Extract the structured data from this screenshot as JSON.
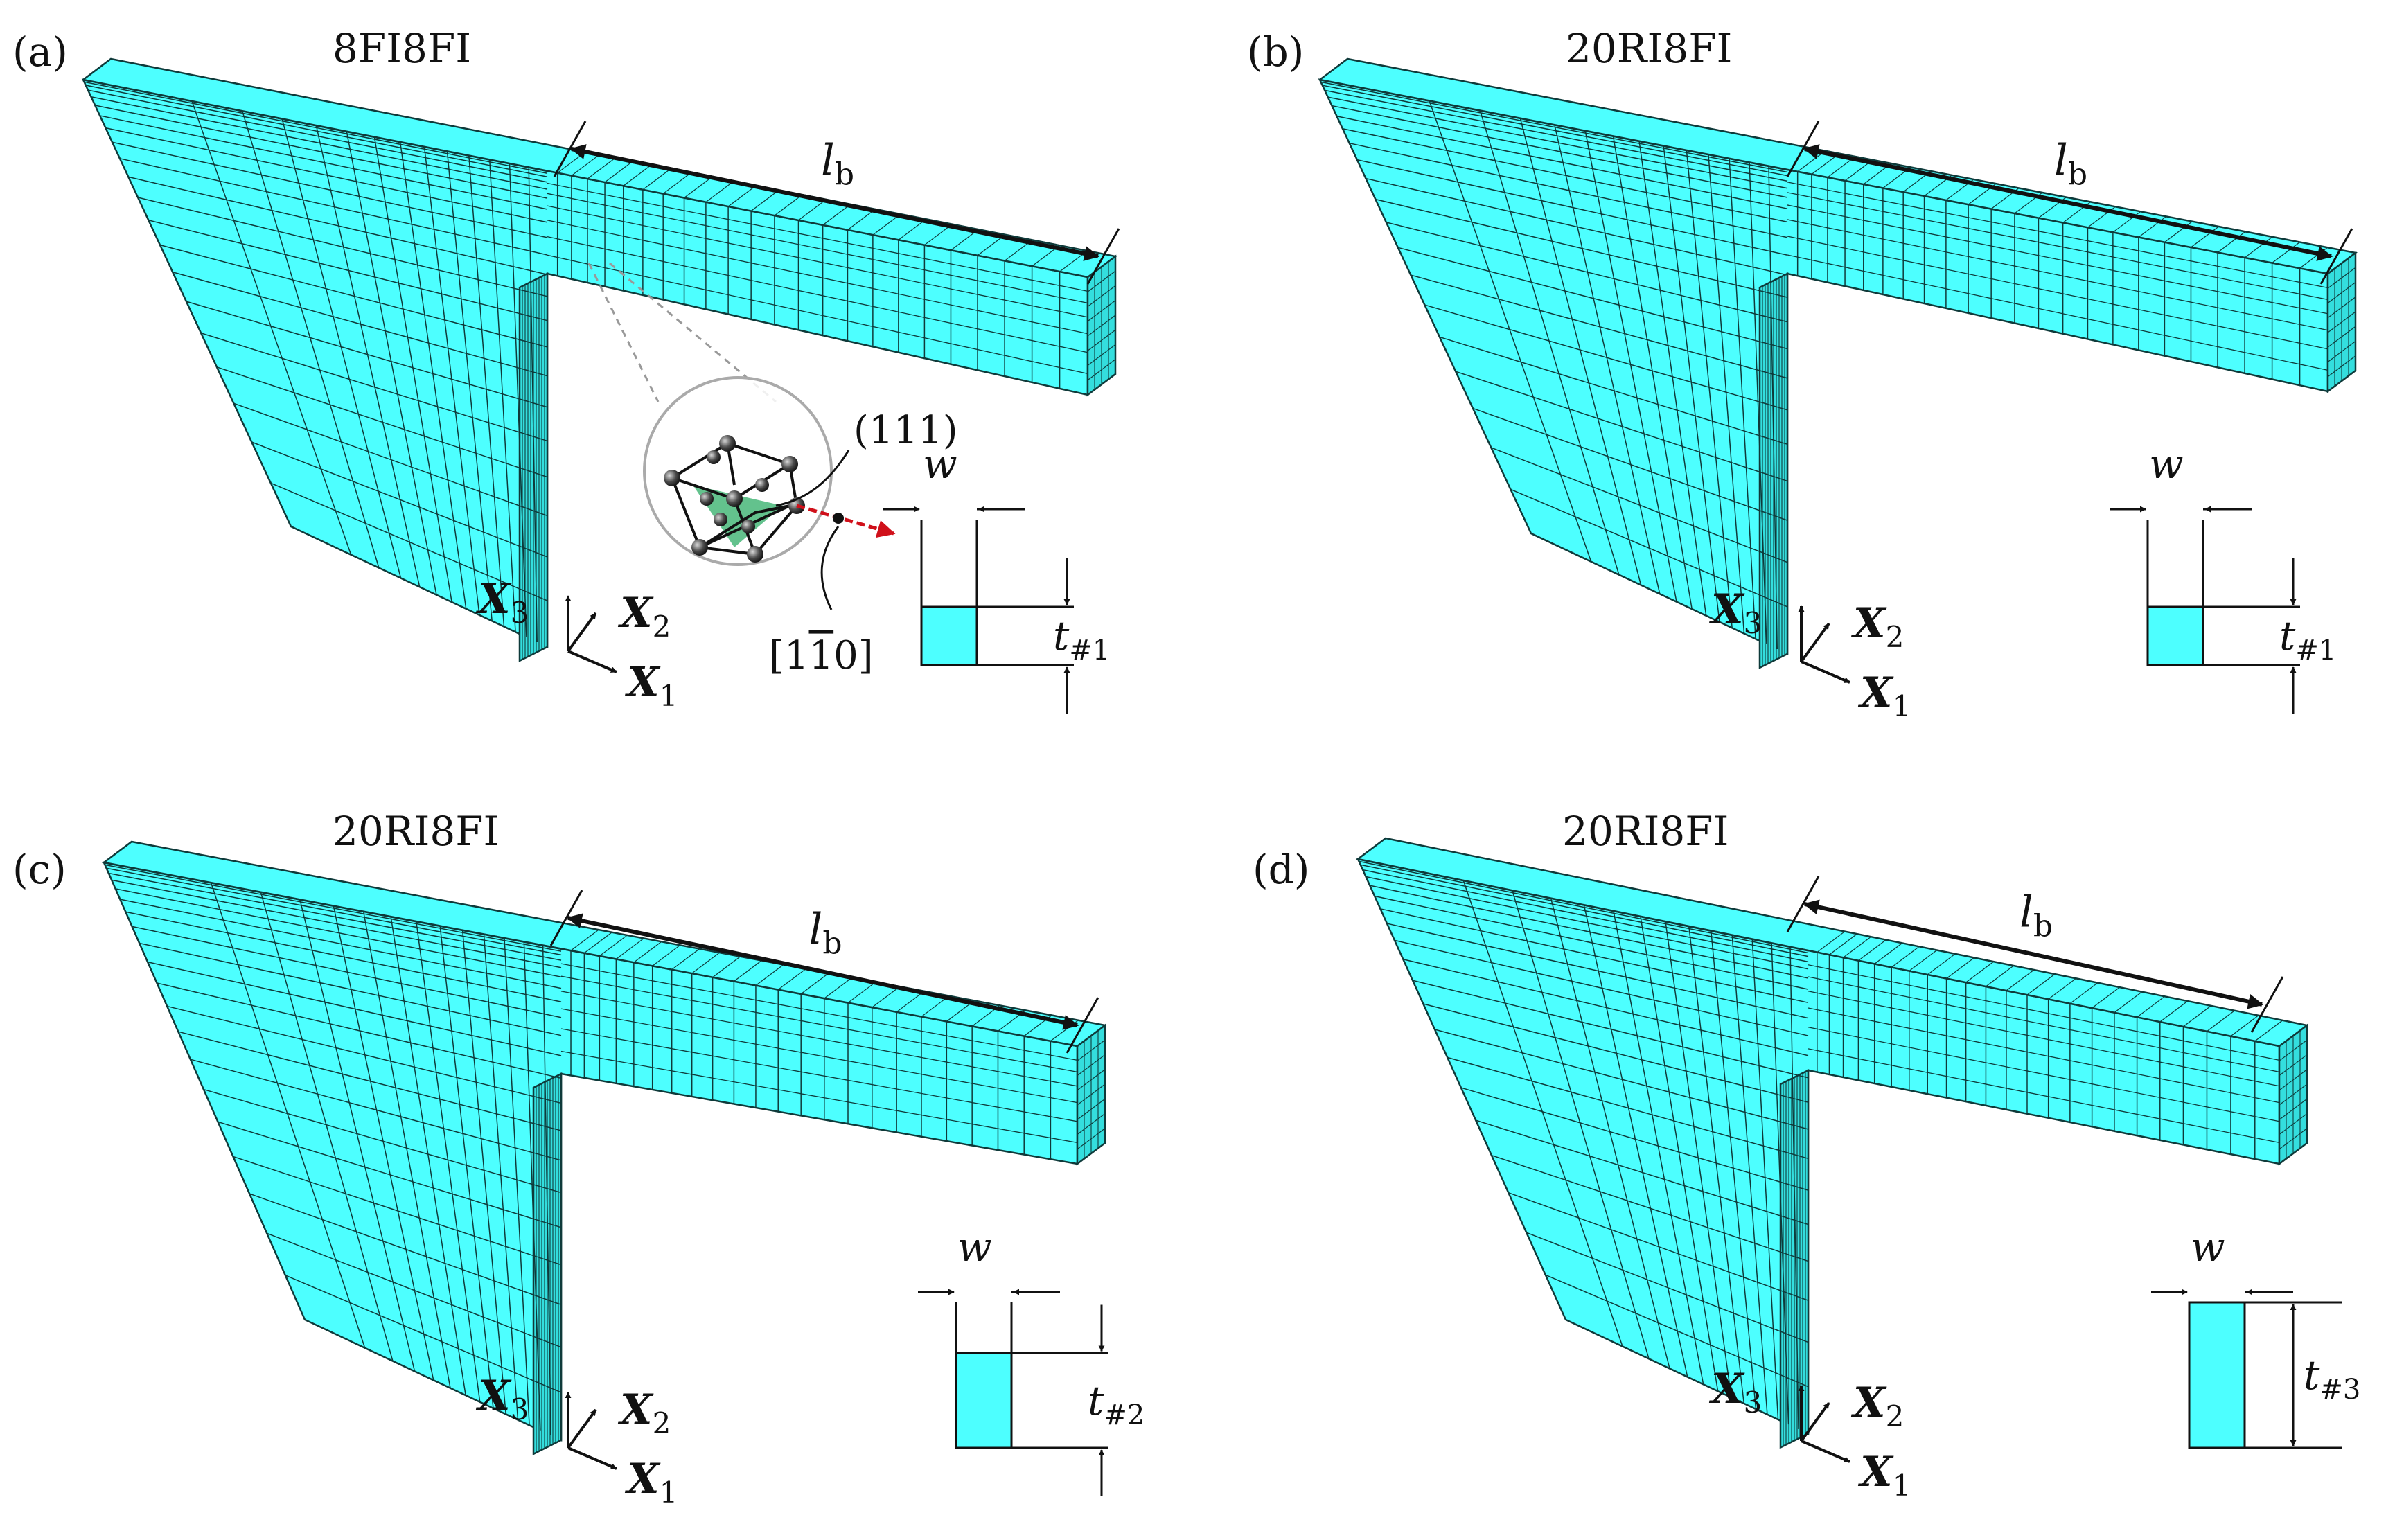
{
  "panels": [
    {
      "letter": "(a)",
      "title": "8FI8FI",
      "beam_length_label": "l",
      "beam_length_sub": "b",
      "width_label": "w",
      "thickness_label": "t",
      "thickness_sub": "#1",
      "thickness_fraction": 0.4,
      "axes": {
        "x1": "X",
        "x1_sub": "1",
        "x2": "X",
        "x2_sub": "2",
        "x3": "X",
        "x3_sub": "3"
      },
      "inset": {
        "plane_label": "(111)",
        "direction_label": "[1̅0]",
        "direction_digits": [
          "1",
          "1",
          "0"
        ]
      }
    },
    {
      "letter": "(b)",
      "title": "20RI8FI",
      "beam_length_label": "l",
      "beam_length_sub": "b",
      "width_label": "w",
      "thickness_label": "t",
      "thickness_sub": "#1",
      "thickness_fraction": 0.4,
      "axes": {
        "x1": "X",
        "x1_sub": "1",
        "x2": "X",
        "x2_sub": "2",
        "x3": "X",
        "x3_sub": "3"
      }
    },
    {
      "letter": "(c)",
      "title": "20RI8FI",
      "beam_length_label": "l",
      "beam_length_sub": "b",
      "width_label": "w",
      "thickness_label": "t",
      "thickness_sub": "#2",
      "thickness_fraction": 0.65,
      "axes": {
        "x1": "X",
        "x1_sub": "1",
        "x2": "X",
        "x2_sub": "2",
        "x3": "X",
        "x3_sub": "3"
      }
    },
    {
      "letter": "(d)",
      "title": "20RI8FI",
      "beam_length_label": "l",
      "beam_length_sub": "b",
      "width_label": "w",
      "thickness_label": "t",
      "thickness_sub": "#3",
      "thickness_fraction": 1.0,
      "axes": {
        "x1": "X",
        "x1_sub": "1",
        "x2": "X",
        "x2_sub": "2",
        "x3": "X",
        "x3_sub": "3"
      }
    }
  ],
  "colors": {
    "mesh_fill": "#4dffff",
    "mesh_side": "#34dede",
    "mesh_line": "#0f3a3a",
    "plane_fill": "#3cb371",
    "direction_arrow": "#d0101a",
    "text": "#111111"
  }
}
